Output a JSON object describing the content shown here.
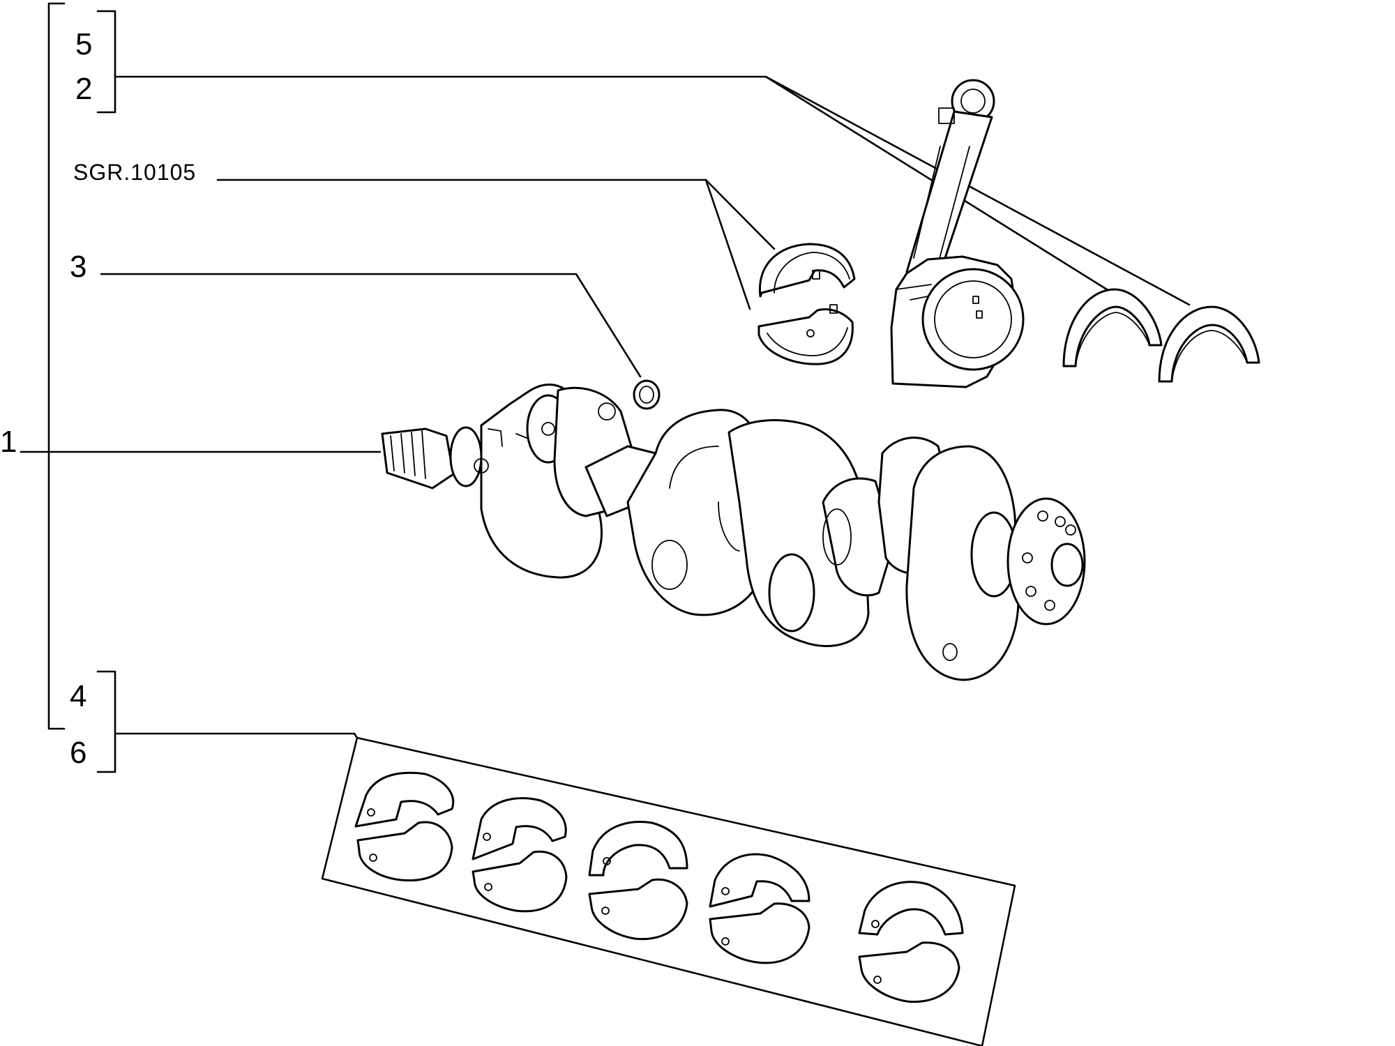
{
  "labels": {
    "item_1": "1",
    "item_2": "2",
    "item_3": "3",
    "item_4": "4",
    "item_5": "5",
    "item_6": "6",
    "group_ref": "SGR.10105"
  }
}
